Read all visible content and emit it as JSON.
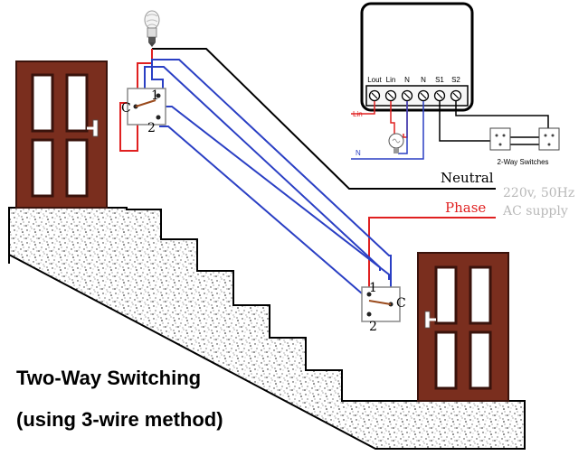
{
  "title_line1": "Two-Way Switching",
  "title_line2": "(using 3-wire method)",
  "labels": {
    "neutral": "Neutral",
    "phase": "Phase",
    "supply_voltage": "220v, 50Hz",
    "supply_type": "AC supply"
  },
  "switch_top": {
    "terminal_1": "1",
    "terminal_2": "2",
    "common": "C"
  },
  "switch_bottom": {
    "terminal_1": "1",
    "terminal_2": "2",
    "common": "C"
  },
  "module": {
    "terminals": [
      "Lout",
      "Lin",
      "N",
      "N",
      "S1",
      "S2"
    ],
    "lin_label": "Lin",
    "n_label": "N",
    "switches_caption": "2-Way Switches"
  },
  "colors": {
    "phase_wire": "#e02020",
    "neutral_wire": "#000000",
    "traveler_wire": "#2a3fc4",
    "door": "#7a2e1e",
    "supply_text": "#b9b9b9"
  },
  "icons": [
    "bulb-icon",
    "door-icon",
    "switch-icon",
    "smart-module-icon"
  ]
}
